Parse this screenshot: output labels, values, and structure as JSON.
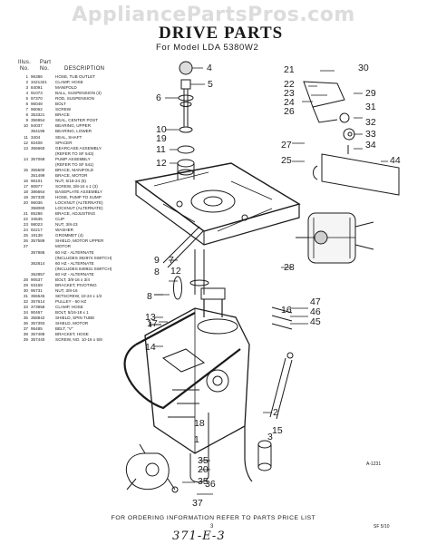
{
  "watermark": "AppliancePartsPros.com",
  "title": "DRIVE PARTS",
  "subtitle": "For Model LDA 5380W2",
  "list_header": {
    "illus": "Illus.",
    "part": "Part",
    "no1": "No.",
    "no2": "No.",
    "description": "DESCRIPTION"
  },
  "parts": [
    {
      "n": "1",
      "p": "96386",
      "d": "HOSE, TUB OUTLET"
    },
    {
      "n": "2",
      "p": "3421321",
      "d": "CLAMP, HOSE"
    },
    {
      "n": "3",
      "p": "84091",
      "d": "MANIFOLD"
    },
    {
      "n": "4",
      "p": "91073",
      "d": "BALL, SUSPENSION (3)"
    },
    {
      "n": "5",
      "p": "97370",
      "d": "ROD, SUSPENSION"
    },
    {
      "n": "6",
      "p": "96048",
      "d": "BOLT"
    },
    {
      "n": "7",
      "p": "96062",
      "d": "SCREW"
    },
    {
      "n": "8",
      "p": "353321",
      "d": "BRACE"
    },
    {
      "n": "9",
      "p": "356954",
      "d": "SEAL, CENTER POST"
    },
    {
      "n": "10",
      "p": "94037",
      "d": "BEARING, UPPER"
    },
    {
      "n": "",
      "p": "354195",
      "d": "BEARING, LOWER"
    },
    {
      "n": "11",
      "p": "3404",
      "d": "SEAL, SHAFT"
    },
    {
      "n": "12",
      "p": "92408",
      "d": "SPACER"
    },
    {
      "n": "13",
      "p": "356660",
      "d": "GEARCASE ASSEMBLY"
    },
    {
      "n": "",
      "p": "",
      "d": "(REFER TO SF 543)"
    },
    {
      "n": "14",
      "p": "357068",
      "d": "PUMP ASSEMBLY"
    },
    {
      "n": "",
      "p": "",
      "d": "(REFER TO SF 541)"
    },
    {
      "n": "15",
      "p": "355500",
      "d": "BRACE, MANIFOLD"
    },
    {
      "n": "",
      "p": "351499",
      "d": "BRACE, MOTOR"
    },
    {
      "n": "16",
      "p": "96101",
      "d": "NUT, 5/16-24 (5)"
    },
    {
      "n": "17",
      "p": "90877",
      "d": "SCREW, 3/8-24 x 1 (3)"
    },
    {
      "n": "18",
      "p": "386664",
      "d": "BASEPLATE ASSEMBLY"
    },
    {
      "n": "19",
      "p": "357330",
      "d": "HOSE, PUMP TO SUMP"
    },
    {
      "n": "20",
      "p": "96036",
      "d": "LOCKNUT (ALTERNATE)"
    },
    {
      "n": "",
      "p": "358060",
      "d": "LOCKNUT (ALTERNATE)"
    },
    {
      "n": "21",
      "p": "85286",
      "d": "BRACE, ADJUSTING"
    },
    {
      "n": "22",
      "p": "34535",
      "d": "CLIP"
    },
    {
      "n": "23",
      "p": "98023",
      "d": "NUT, 3/8-23"
    },
    {
      "n": "24",
      "p": "92217",
      "d": "WASHER"
    },
    {
      "n": "25",
      "p": "19138",
      "d": "GROMMET (4)"
    },
    {
      "n": "26",
      "p": "357589",
      "d": "SHIELD, MOTOR UPPER"
    },
    {
      "n": "27",
      "p": "",
      "d": "MOTOR"
    },
    {
      "n": "",
      "p": "357986",
      "d": "60 HZ - ALTERNATE"
    },
    {
      "n": "",
      "p": "",
      "d": "(INCLUDES 362974 SWITCH)"
    },
    {
      "n": "",
      "p": "362814",
      "d": "60 HZ - ALTERNATE"
    },
    {
      "n": "",
      "p": "",
      "d": "(INCLUDES 849931 SWITCH)"
    },
    {
      "n": "",
      "p": "362857",
      "d": "60 HZ - ALTERNATE"
    },
    {
      "n": "28",
      "p": "90537",
      "d": "BOLT, 3/8-16 x 3/4"
    },
    {
      "n": "29",
      "p": "93169",
      "d": "BRACKET, PIVOTING"
    },
    {
      "n": "30",
      "p": "95731",
      "d": "NUT, 3/8-16"
    },
    {
      "n": "31",
      "p": "355545",
      "d": "SETSCREW, 10-24 x 1/2"
    },
    {
      "n": "32",
      "p": "357614",
      "d": "PULLEY - 60 HZ"
    },
    {
      "n": "33",
      "p": "373958",
      "d": "CLAMP, HOSE"
    },
    {
      "n": "34",
      "p": "90467",
      "d": "BOLT, 5/16-18 x 1"
    },
    {
      "n": "35",
      "p": "358842",
      "d": "SHIELD, SPIN TUBE"
    },
    {
      "n": "36",
      "p": "357393",
      "d": "SHIELD, MOTOR"
    },
    {
      "n": "37",
      "p": "95485",
      "d": "BELT, \"V\""
    },
    {
      "n": "38",
      "p": "357488",
      "d": "BRACKET, HOSE"
    },
    {
      "n": "39",
      "p": "357440",
      "d": "SCREW, NO. 10-16 x 5/8"
    }
  ],
  "callouts": {
    "c1": "1",
    "c2": "2",
    "c3": "3",
    "c4": "4",
    "c5": "5",
    "c6": "6",
    "c7": "7",
    "c8": "8",
    "c9": "9",
    "c10": "10",
    "c11": "11",
    "c12": "12",
    "c13": "13",
    "c14": "14",
    "c15": "15",
    "c16": "16",
    "c17": "17",
    "c18": "18",
    "c19": "19",
    "c20": "20",
    "c21": "21",
    "c22": "22",
    "c23": "23",
    "c24": "24",
    "c25": "25",
    "c26": "26",
    "c27": "27",
    "c28": "28",
    "c29": "29",
    "c30": "30",
    "c31": "31",
    "c32": "32",
    "c33": "33",
    "c34": "34",
    "c35": "35",
    "c36": "36",
    "c37": "37",
    "c44": "44",
    "c45": "45",
    "c46": "46",
    "c47": "47"
  },
  "art_number": "A-1231",
  "footer": "FOR ORDERING INFORMATION REFER TO PARTS PRICE LIST",
  "page_number": "3",
  "form_code": "SF 5/10",
  "handwritten": "371-E-3"
}
